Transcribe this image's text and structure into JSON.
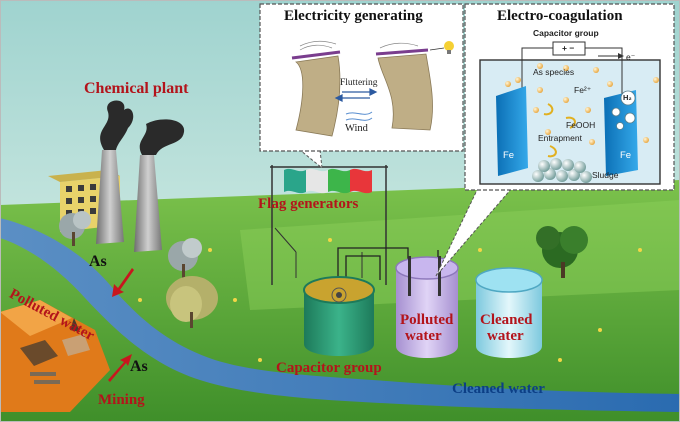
{
  "labels": {
    "chemical_plant": "Chemical plant",
    "flag_generators": "Flag generators",
    "as_top": "As",
    "as_bottom": "As",
    "polluted_water_river": "Polluted water",
    "mining": "Mining",
    "capacitor_group": "Capacitor group",
    "polluted_water_tank_line1": "Polluted",
    "polluted_water_tank_line2": "water",
    "cleaned_water_tank_line1": "Cleaned",
    "cleaned_water_tank_line2": "water",
    "cleaned_water_river": "Cleaned water"
  },
  "inset_electricity": {
    "title": "Electricity generating",
    "fluttering": "Fluttering",
    "wind": "Wind"
  },
  "inset_coagulation": {
    "title": "Electro-coagulation",
    "capacitor_group": "Capacitor group",
    "polarity": "+ −",
    "electron": "e⁻",
    "as_species": "As species",
    "fe2": "Fe²⁺",
    "h2": "H₂",
    "feooh": "FeOOH",
    "entrapment": "Entrapment",
    "fe_left": "Fe",
    "fe_right": "Fe",
    "sludge": "Sludge"
  },
  "colors": {
    "sky": "#a9d8d3",
    "grass": "#5fae3e",
    "river": "#2f6fae",
    "label_red": "#b3141b",
    "label_blue": "#0c3f86",
    "electrode_blue": "#1a8fd6"
  }
}
